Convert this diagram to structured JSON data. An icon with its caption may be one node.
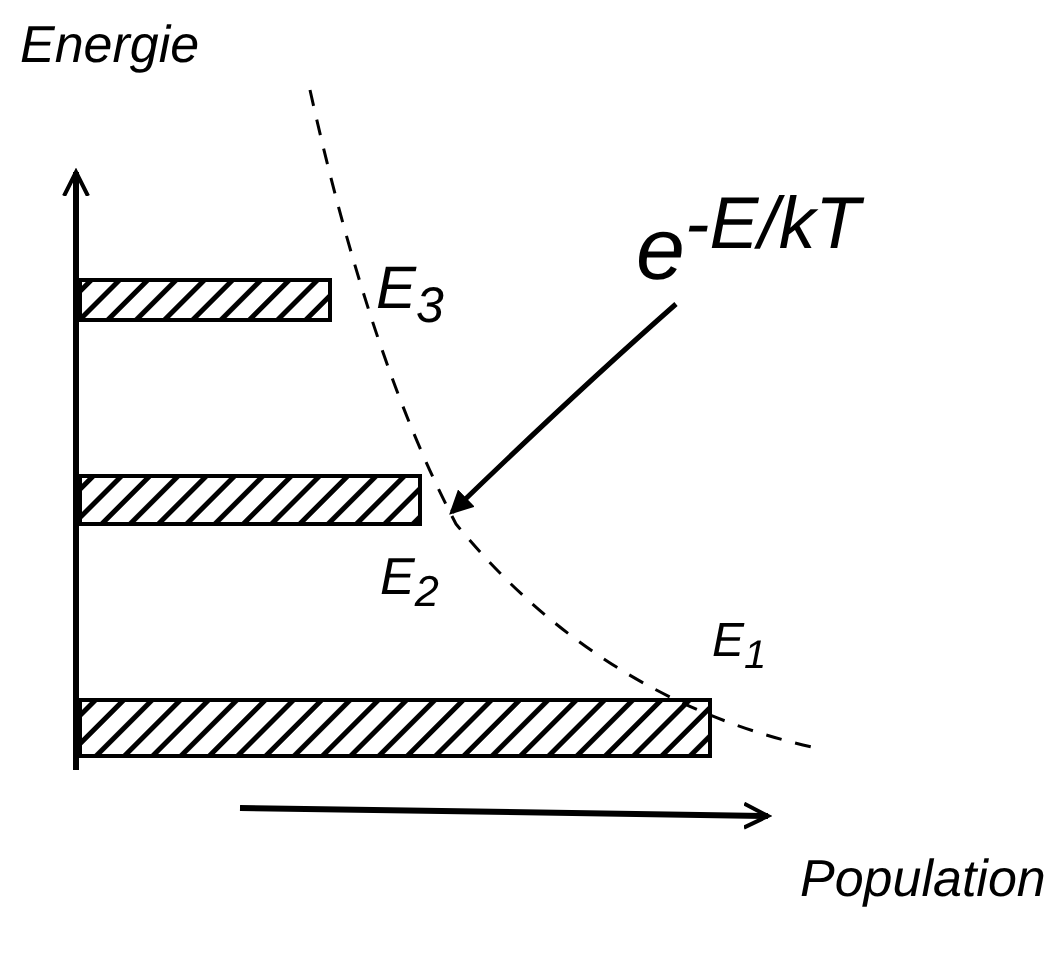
{
  "diagram": {
    "nodes": [
      {
        "text": [
          "e$^{-E/kT}$"
        ]
      },
      {
        "text": [],
        "shape": "curve"
      }
    ],
    "edges": [
      {
        "from": 0,
        "to": 1,
        "arrow": "to"
      }
    ],
    "labels": [
      "Energie",
      "E$_{3}$",
      "E$_{2}$",
      "E$_{1}$",
      "Population"
    ]
  }
}
